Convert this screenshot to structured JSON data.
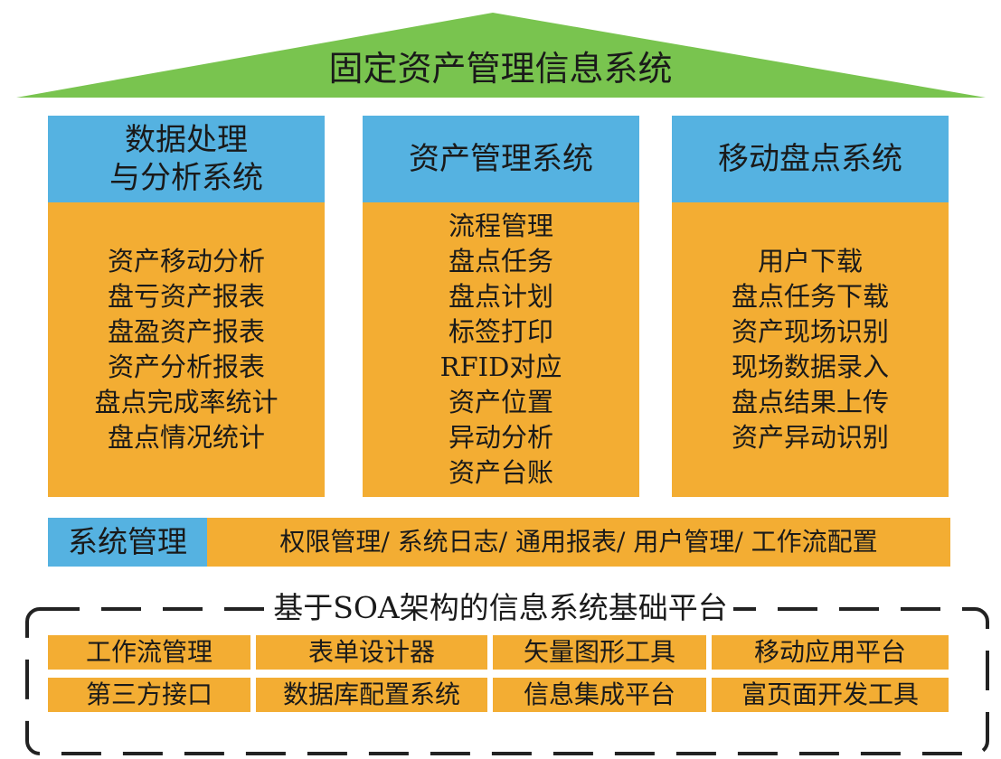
{
  "roof": {
    "title": "固定资产管理信息系统",
    "color": "#79c44f"
  },
  "columns": [
    {
      "title_lines": [
        "数据处理",
        "与分析系统"
      ],
      "items": [
        "资产移动分析",
        "盘亏资产报表",
        "盘盈资产报表",
        "资产分析报表",
        "盘点完成率统计",
        "盘点情况统计"
      ]
    },
    {
      "title_lines": [
        "资产管理系统"
      ],
      "items": [
        "流程管理",
        "盘点任务",
        "盘点计划",
        "标签打印",
        "RFID对应",
        "资产位置",
        "异动分析",
        "资产台账"
      ]
    },
    {
      "title_lines": [
        "移动盘点系统"
      ],
      "items": [
        "用户下载",
        "盘点任务下载",
        "资产现场识别",
        "现场数据录入",
        "盘点结果上传",
        "资产异动识别"
      ]
    }
  ],
  "system_management": {
    "label": "系统管理",
    "content": "权限管理/ 系统日志/ 通用报表/ 用户管理/ 工作流配置"
  },
  "platform": {
    "title": "基于SOA架构的信息系统基础平台",
    "rows": [
      [
        "工作流管理",
        "表单设计器",
        "矢量图形工具",
        "移动应用平台"
      ],
      [
        "第三方接口",
        "数据库配置系统",
        "信息集成平台",
        "富页面开发工具"
      ]
    ]
  },
  "colors": {
    "header_blue": "#55b2e1",
    "body_orange": "#f3ad33",
    "roof_green": "#79c44f"
  }
}
